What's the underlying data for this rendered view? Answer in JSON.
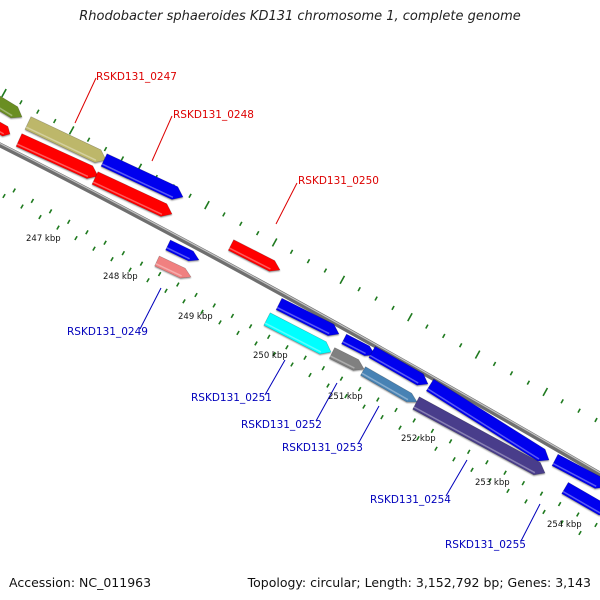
{
  "title": "Rhodobacter sphaeroides KD131 chromosome 1, complete genome",
  "footer": {
    "accession": "Accession: NC_011963",
    "summary": "Topology: circular; Length: 3,152,792 bp; Genes: 3,143"
  },
  "colors": {
    "backbone": "#8c8c8c",
    "tick": "#1f7a1f",
    "label_upper": "#dd0000",
    "label_lower": "#0000bb",
    "scale_text": "#111111"
  },
  "scale_labels": [
    "247 kbp",
    "248 kbp",
    "249 kbp",
    "250 kbp",
    "251 kbp",
    "252 kbp",
    "253 kbp",
    "254 kbp"
  ],
  "gene_labels_upper": [
    "RSKD131_0247",
    "RSKD131_0248",
    "RSKD131_0250"
  ],
  "gene_labels_lower": [
    "RSKD131_0249",
    "RSKD131_0251",
    "RSKD131_0252",
    "RSKD131_0253",
    "RSKD131_0254",
    "RSKD131_0255"
  ],
  "features": [
    {
      "id": "f-olive",
      "color": "#6b8e23",
      "strand": "+"
    },
    {
      "id": "f-red-edge",
      "color": "#ff0000",
      "strand": "-"
    },
    {
      "id": "f-khaki",
      "color": "#bdb76b",
      "strand": "+"
    },
    {
      "id": "f-red-a",
      "color": "#ff0000",
      "strand": "-"
    },
    {
      "id": "f-red-b",
      "color": "#ff0000",
      "strand": "-"
    },
    {
      "id": "f-blue-a",
      "color": "#0000ee",
      "strand": "+"
    },
    {
      "id": "f-blue-b",
      "color": "#0000ee",
      "strand": "+"
    },
    {
      "id": "f-pink",
      "color": "#f08080",
      "strand": "+"
    },
    {
      "id": "f-red-c",
      "color": "#ff0000",
      "strand": "-"
    },
    {
      "id": "f-blue-c",
      "color": "#0000ee",
      "strand": "+"
    },
    {
      "id": "f-cyan",
      "color": "#00ffff",
      "strand": "+"
    },
    {
      "id": "f-blue-d",
      "color": "#0000ee",
      "strand": "+"
    },
    {
      "id": "f-gray",
      "color": "#808080",
      "strand": "+"
    },
    {
      "id": "f-blue-e",
      "color": "#0000ee",
      "strand": "+"
    },
    {
      "id": "f-steel",
      "color": "#4682b4",
      "strand": "+"
    },
    {
      "id": "f-blue-f",
      "color": "#0000ee",
      "strand": "+"
    },
    {
      "id": "f-navy",
      "color": "#483d8b",
      "strand": "+"
    },
    {
      "id": "f-blue-g",
      "color": "#0000ee",
      "strand": "+"
    },
    {
      "id": "f-blue-h",
      "color": "#0000ee",
      "strand": "+"
    }
  ]
}
